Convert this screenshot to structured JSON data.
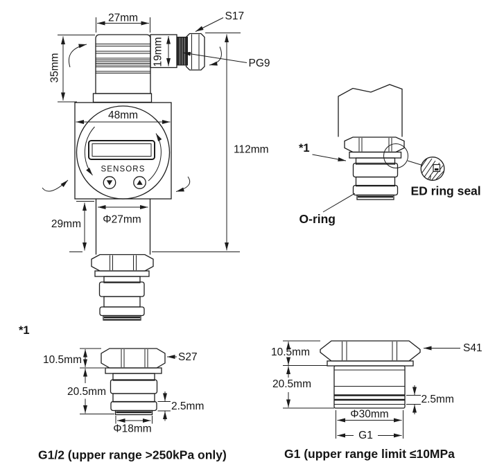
{
  "drawing": {
    "background": "#ffffff",
    "line_color": "#1c1c1c"
  },
  "main_view": {
    "dim_connector_width": "27mm",
    "dim_connector_height": "35mm",
    "dim_gland_height": "19mm",
    "label_gland_hex": "S17",
    "label_gland_thread": "PG9",
    "dim_head_width": "48mm",
    "dim_overall_height": "112mm",
    "dim_neck_height": "29mm",
    "dim_neck_diameter": "Φ27mm",
    "display_brand": "SENSORS",
    "button_down_icon": "triangle-down",
    "button_up_icon": "triangle-up"
  },
  "seal_view": {
    "footnote_marker": "*1",
    "label_ed_ring_seal": "ED ring seal",
    "label_o_ring": "O-ring"
  },
  "g12_view": {
    "footnote_marker": "*1",
    "dim_hex_height": "10.5mm",
    "dim_thread_length": "20.5mm",
    "dim_tip_height": "2.5mm",
    "dim_tip_diameter": "Φ18mm",
    "label_hex_size": "S27",
    "caption": "G1/2 (upper range >250kPa only)"
  },
  "g1_view": {
    "dim_hex_height": "10.5mm",
    "dim_thread_length": "20.5mm",
    "dim_groove_height": "2.5mm",
    "dim_thread_diameter": "Φ30mm",
    "dim_thread_size": "G1",
    "label_hex_size": "S41",
    "caption": "G1 (upper range limit ≤10MPa"
  }
}
